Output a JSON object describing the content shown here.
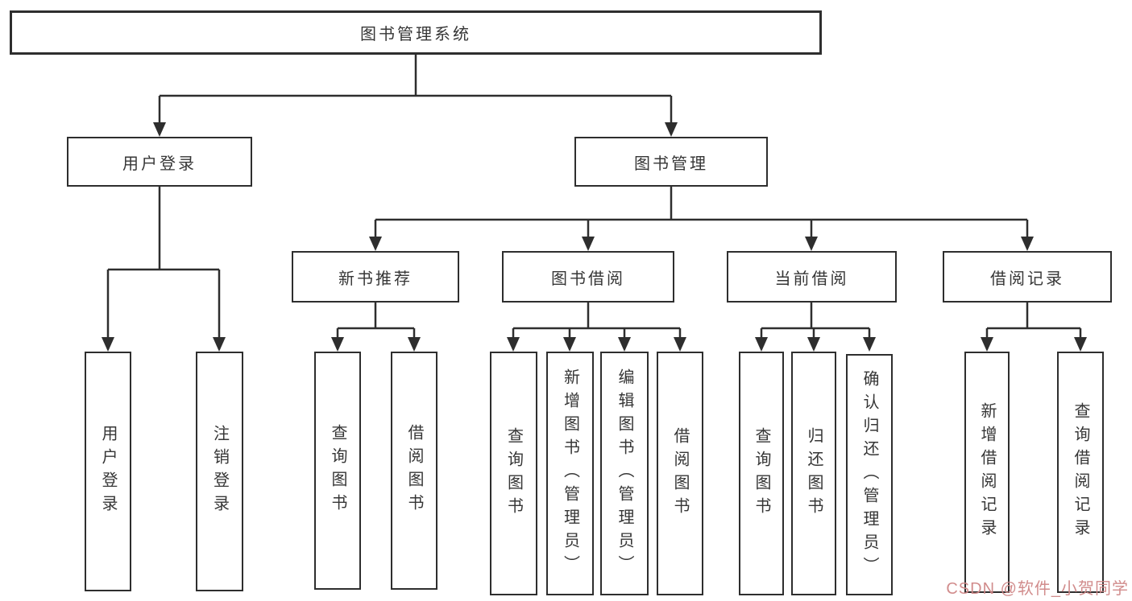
{
  "tree": {
    "label": "图书管理系统",
    "children": [
      {
        "label": "用户登录",
        "children": [
          {
            "label": "用户登录"
          },
          {
            "label": "注销登录"
          }
        ]
      },
      {
        "label": "图书管理",
        "children": [
          {
            "label": "新书推荐",
            "children": [
              {
                "label": "查询图书"
              },
              {
                "label": "借阅图书"
              }
            ]
          },
          {
            "label": "图书借阅",
            "children": [
              {
                "label": "查询图书"
              },
              {
                "label": "新增图书（管理员）"
              },
              {
                "label": "编辑图书（管理员）"
              },
              {
                "label": "借阅图书"
              }
            ]
          },
          {
            "label": "当前借阅",
            "children": [
              {
                "label": "查询图书"
              },
              {
                "label": "归还图书"
              },
              {
                "label": "确认归还（管理员）"
              }
            ]
          },
          {
            "label": "借阅记录",
            "children": [
              {
                "label": "新增借阅记录"
              },
              {
                "label": "查询借阅记录"
              }
            ]
          }
        ]
      }
    ]
  },
  "watermark": {
    "text": "CSDN @软件_小贺同学",
    "color": "#cf8686"
  },
  "colors": {
    "line": "#2e2e2e",
    "box_border": "#2e2e2e",
    "text": "#363636",
    "background": "#ffffff"
  }
}
